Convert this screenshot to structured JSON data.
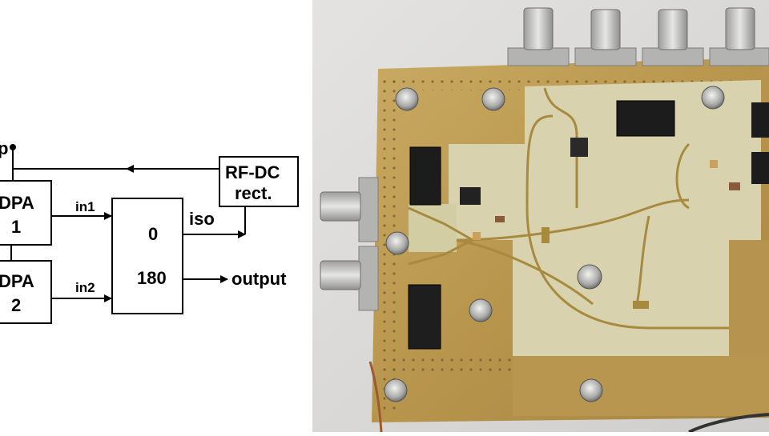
{
  "diagram": {
    "dpa1_label_line1": "DPA",
    "dpa1_label_line2": "1",
    "dpa2_label_line1": "DPA",
    "dpa2_label_line2": "2",
    "rfdc_label_line1": "RF-DC",
    "rfdc_label_line2": "rect.",
    "coupler_port_0": "0",
    "coupler_port_180": "180",
    "in1_label": "in1",
    "in2_label": "in2",
    "iso_label": "iso",
    "output_label": "output",
    "vdd_label_fragment": "p"
  },
  "photo": {
    "description_colors": {
      "background": "#d9d8d6",
      "board_gold": "#c3a35a",
      "board_gold_dark": "#9c7c38",
      "substrate": "#d7d2ac",
      "connector_silver": "#c9c9c7"
    }
  }
}
